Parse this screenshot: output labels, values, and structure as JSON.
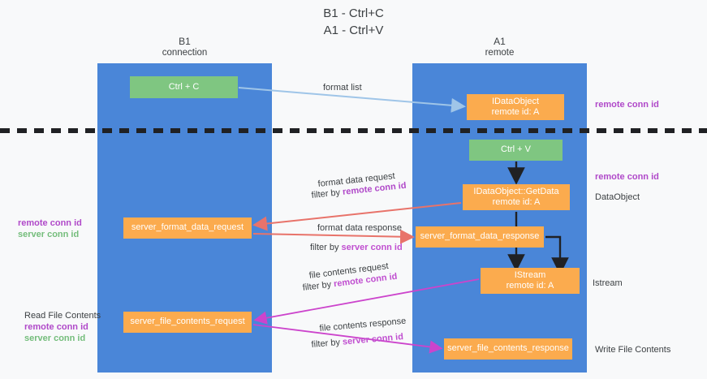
{
  "title": {
    "line1": "B1 - Ctrl+C",
    "line2": "A1 - Ctrl+V"
  },
  "columns": {
    "left": {
      "name": "B1",
      "role": "connection"
    },
    "right": {
      "name": "A1",
      "role": "remote"
    }
  },
  "nodes": {
    "ctrl_c": {
      "label": "Ctrl + C",
      "color": "#7fc681"
    },
    "idataobject": {
      "line1": "IDataObject",
      "line2": "remote id: A",
      "color": "#fbab4e"
    },
    "ctrl_v": {
      "label": "Ctrl + V",
      "color": "#7fc681"
    },
    "getdata": {
      "line1": "IDataObject::GetData",
      "line2": "remote id: A",
      "color": "#fbab4e"
    },
    "server_format_data_request": {
      "label": "server_format_data_request",
      "color": "#fbab4e"
    },
    "server_format_data_response": {
      "label": "server_format_data_response",
      "color": "#fbab4e"
    },
    "istream": {
      "line1": "IStream",
      "line2": "remote id: A",
      "color": "#fbab4e"
    },
    "server_file_contents_request": {
      "label": "server_file_contents_request",
      "color": "#fbab4e"
    },
    "server_file_contents_response": {
      "label": "server_file_contents_response",
      "color": "#fbab4e"
    }
  },
  "edges": {
    "format_list": "format list",
    "format_data_request": "format data request",
    "format_data_request_filter_prefix": "filter by ",
    "format_data_request_filter_key": "remote conn id",
    "format_data_response": "format data response",
    "format_data_response_filter_prefix": "filter by ",
    "format_data_response_filter_key": "server conn id",
    "file_contents_request": "file contents request",
    "file_contents_request_filter_prefix": "filter by ",
    "file_contents_request_filter_key": "remote conn id",
    "file_contents_response": "file contents response",
    "file_contents_response_filter_prefix": "filter by ",
    "file_contents_response_filter_key": "server conn id"
  },
  "annotations": {
    "right_remote_conn_id_top": "remote conn id",
    "right_remote_conn_id_mid": "remote conn id",
    "right_dataobject": "DataObject",
    "right_istream": "Istream",
    "right_write_file_contents": "Write File Contents",
    "left_remote_conn_id": "remote conn id",
    "left_server_conn_id": "server conn id",
    "left_read_file_contents": "Read File Contents",
    "left_remote_conn_id_2": "remote conn id",
    "left_server_conn_id_2": "server conn id"
  },
  "colors": {
    "lane": "#4a86d8",
    "green_node": "#7fc681",
    "orange_node": "#fbab4e",
    "purple_text": "#b049c9",
    "green_text": "#74bd7b",
    "arrow_blue": "#9fc5e8",
    "arrow_red": "#e8736a",
    "arrow_magenta": "#cc44cc",
    "arrow_black": "#202124",
    "background": "#f8f9fa"
  }
}
